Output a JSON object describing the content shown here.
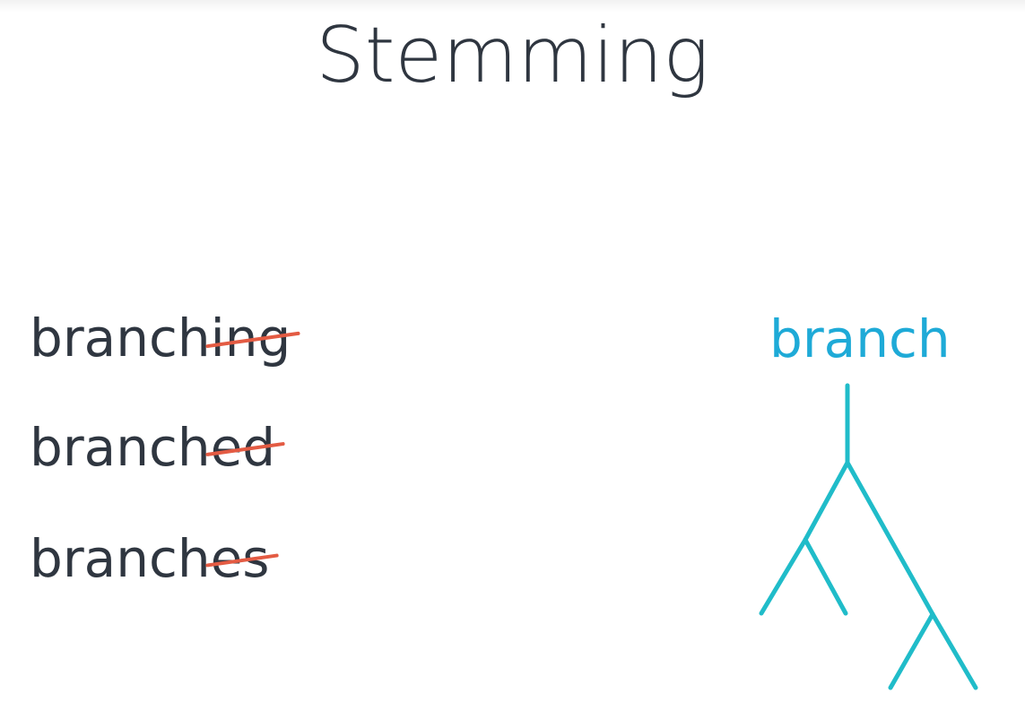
{
  "title": "Stemming",
  "words": [
    {
      "stem": "branch",
      "suffix": "ing"
    },
    {
      "stem": "branch",
      "suffix": "ed"
    },
    {
      "stem": "branch",
      "suffix": "es"
    }
  ],
  "result": "branch",
  "colors": {
    "text": "#2f3640",
    "strike": "#e35b43",
    "accent": "#1eaad7",
    "tree": "#20bcc9"
  }
}
